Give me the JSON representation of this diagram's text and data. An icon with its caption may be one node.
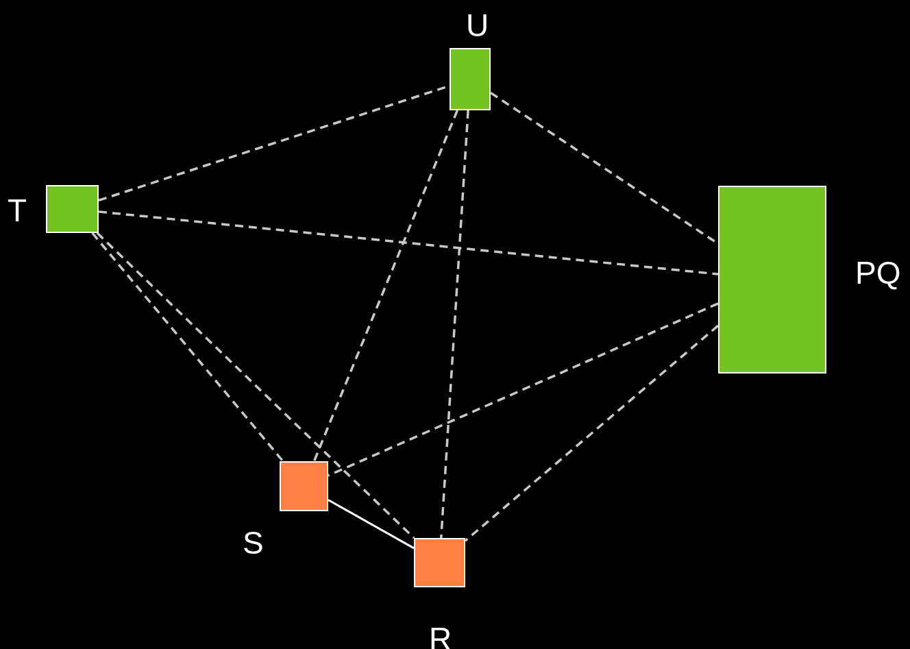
{
  "diagram": {
    "nodes": [
      {
        "text": [
          "U"
        ]
      },
      {
        "text": [
          "T"
        ]
      },
      {
        "text": [
          "PQ"
        ]
      },
      {
        "text": [
          "S"
        ]
      },
      {
        "text": [
          "R"
        ]
      }
    ],
    "edges": [
      {
        "from": 1,
        "to": 0,
        "arrow": "none",
        "style": "dashed"
      },
      {
        "from": 0,
        "to": 2,
        "arrow": "none",
        "style": "dashed"
      },
      {
        "from": 1,
        "to": 2,
        "arrow": "none",
        "style": "dashed"
      },
      {
        "from": 1,
        "to": 3,
        "arrow": "none",
        "style": "dashed"
      },
      {
        "from": 1,
        "to": 4,
        "arrow": "none",
        "style": "dashed"
      },
      {
        "from": 0,
        "to": 3,
        "arrow": "none",
        "style": "dashed"
      },
      {
        "from": 0,
        "to": 4,
        "arrow": "none",
        "style": "dashed"
      },
      {
        "from": 2,
        "to": 3,
        "arrow": "none",
        "style": "dashed"
      },
      {
        "from": 2,
        "to": 4,
        "arrow": "none",
        "style": "dashed"
      },
      {
        "from": 3,
        "to": 4,
        "arrow": "none",
        "color": "#ffffff"
      }
    ]
  }
}
